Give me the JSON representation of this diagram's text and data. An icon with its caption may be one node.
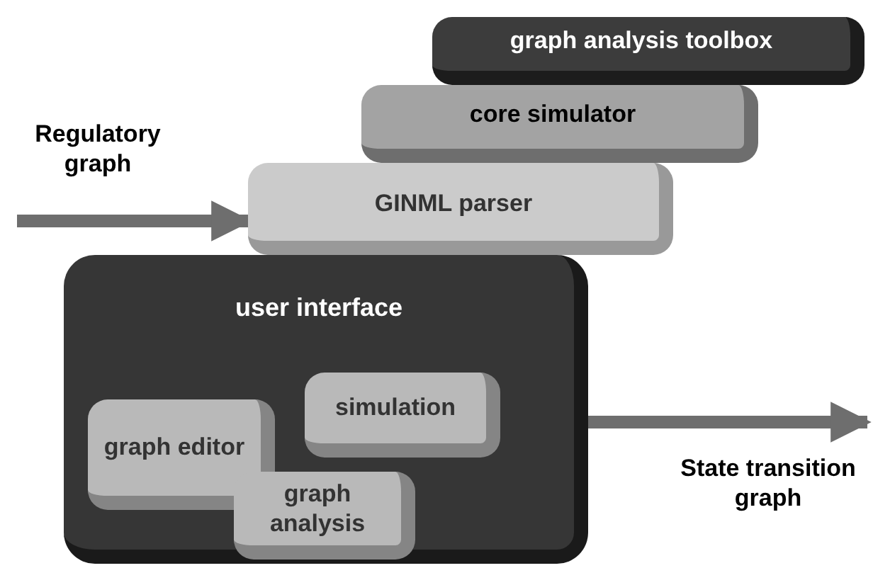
{
  "diagram": {
    "nodes": [
      {
        "text": [
          "graph analysis toolbox"
        ]
      },
      {
        "text": [
          "core simulator"
        ]
      },
      {
        "text": [
          "GINML parser"
        ]
      },
      {
        "text": [
          "user interface"
        ]
      },
      {
        "text": [
          "graph editor"
        ],
        "in": 3
      },
      {
        "text": [
          "simulation"
        ],
        "in": 3
      },
      {
        "text": [
          "graph analysis"
        ],
        "in": 3
      }
    ],
    "edges": [
      {
        "from": null,
        "to": 2,
        "arrow": "to",
        "label": "Regulatory graph"
      },
      {
        "from": 3,
        "to": null,
        "arrow": "to",
        "label": "State transition graph"
      }
    ]
  }
}
